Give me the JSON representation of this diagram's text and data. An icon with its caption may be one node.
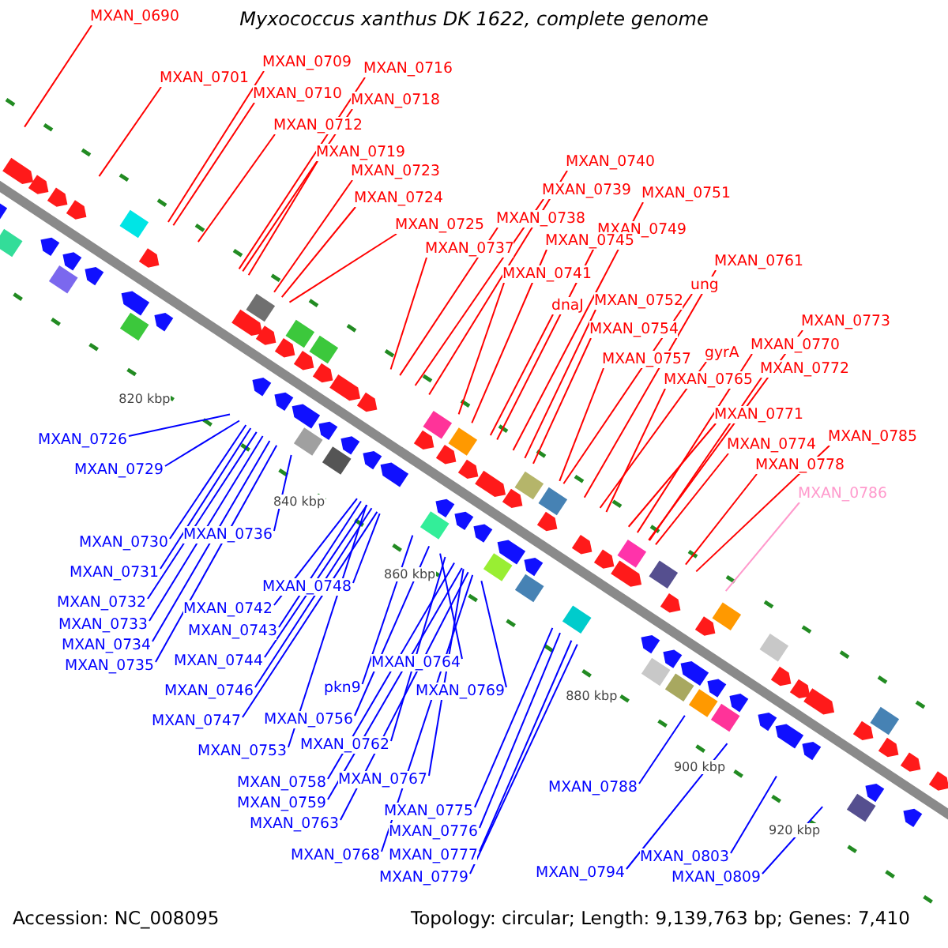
{
  "diagram": {
    "title": "Myxococcus xanthus DK 1622, complete genome",
    "nodes": [
      {
        "text": [
          "MXAN_0690"
        ]
      },
      {
        "text": [
          "MXAN_0709"
        ]
      },
      {
        "text": [
          "MXAN_0716"
        ]
      },
      {
        "text": [
          "MXAN_0701"
        ]
      },
      {
        "text": [
          "MXAN_0710"
        ]
      },
      {
        "text": [
          "MXAN_0718"
        ]
      },
      {
        "text": [
          "MXAN_0712"
        ]
      },
      {
        "text": [
          "MXAN_0719"
        ]
      },
      {
        "text": [
          "MXAN_0723"
        ]
      },
      {
        "text": [
          "MXAN_0724"
        ]
      },
      {
        "text": [
          "MXAN_0725"
        ]
      },
      {
        "text": [
          "MXAN_0737"
        ]
      },
      {
        "text": [
          "MXAN_0740"
        ]
      },
      {
        "text": [
          "MXAN_0739"
        ]
      },
      {
        "text": [
          "MXAN_0738"
        ]
      },
      {
        "text": [
          "MXAN_0751"
        ]
      },
      {
        "text": [
          "MXAN_0749"
        ]
      },
      {
        "text": [
          "MXAN_0745"
        ]
      },
      {
        "text": [
          "MXAN_0741"
        ]
      },
      {
        "text": [
          "MXAN_0761"
        ]
      },
      {
        "text": [
          "ung"
        ]
      },
      {
        "text": [
          "dnaJ"
        ]
      },
      {
        "text": [
          "MXAN_0752"
        ]
      },
      {
        "text": [
          "MXAN_0754"
        ]
      },
      {
        "text": [
          "MXAN_0773"
        ]
      },
      {
        "text": [
          "MXAN_0757"
        ]
      },
      {
        "text": [
          "gyrA"
        ]
      },
      {
        "text": [
          "MXAN_0770"
        ]
      },
      {
        "text": [
          "MXAN_0772"
        ]
      },
      {
        "text": [
          "MXAN_0765"
        ]
      },
      {
        "text": [
          "MXAN_0771"
        ]
      },
      {
        "text": [
          "MXAN_0785"
        ]
      },
      {
        "text": [
          "MXAN_0774"
        ]
      },
      {
        "text": [
          "MXAN_0778"
        ]
      },
      {
        "text": [
          "MXAN_0786"
        ]
      },
      {
        "text": [
          "MXAN_0726"
        ]
      },
      {
        "text": [
          "MXAN_0729"
        ]
      },
      {
        "text": [
          "MXAN_0736"
        ]
      },
      {
        "text": [
          "MXAN_0730"
        ]
      },
      {
        "text": [
          "MXAN_0731"
        ]
      },
      {
        "text": [
          "MXAN_0748"
        ]
      },
      {
        "text": [
          "MXAN_0732"
        ]
      },
      {
        "text": [
          "MXAN_0742"
        ]
      },
      {
        "text": [
          "MXAN_0733"
        ]
      },
      {
        "text": [
          "MXAN_0743"
        ]
      },
      {
        "text": [
          "MXAN_0734"
        ]
      },
      {
        "text": [
          "MXAN_0735"
        ]
      },
      {
        "text": [
          "MXAN_0744"
        ]
      },
      {
        "text": [
          "MXAN_0764"
        ]
      },
      {
        "text": [
          "MXAN_0769"
        ]
      },
      {
        "text": [
          "pkn9"
        ]
      },
      {
        "text": [
          "MXAN_0746"
        ]
      },
      {
        "text": [
          "MXAN_0747"
        ]
      },
      {
        "text": [
          "MXAN_0756"
        ]
      },
      {
        "text": [
          "MXAN_0762"
        ]
      },
      {
        "text": [
          "MXAN_0753"
        ]
      },
      {
        "text": [
          "MXAN_0788"
        ]
      },
      {
        "text": [
          "MXAN_0758"
        ]
      },
      {
        "text": [
          "MXAN_0767"
        ]
      },
      {
        "text": [
          "MXAN_0759"
        ]
      },
      {
        "text": [
          "MXAN_0775"
        ]
      },
      {
        "text": [
          "MXAN_0763"
        ]
      },
      {
        "text": [
          "MXAN_0776"
        ]
      },
      {
        "text": [
          "MXAN_0803"
        ]
      },
      {
        "text": [
          "MXAN_0768"
        ]
      },
      {
        "text": [
          "MXAN_0777"
        ]
      },
      {
        "text": [
          "MXAN_0794"
        ]
      },
      {
        "text": [
          "MXAN_0779"
        ]
      },
      {
        "text": [
          "MXAN_0809"
        ]
      }
    ],
    "edges": [
      {
        "from": 0,
        "to": null,
        "arrow": "none",
        "color": "#ff0000"
      },
      {
        "from": 1,
        "to": null,
        "arrow": "none",
        "color": "#ff0000"
      },
      {
        "from": 2,
        "to": null,
        "arrow": "none",
        "color": "#ff0000"
      },
      {
        "from": 3,
        "to": null,
        "arrow": "none",
        "color": "#ff0000"
      },
      {
        "from": 4,
        "to": null,
        "arrow": "none",
        "color": "#ff0000"
      },
      {
        "from": 5,
        "to": null,
        "arrow": "none",
        "color": "#ff0000"
      },
      {
        "from": 6,
        "to": null,
        "arrow": "none",
        "color": "#ff0000"
      },
      {
        "from": 7,
        "to": null,
        "arrow": "none",
        "color": "#ff0000"
      },
      {
        "from": 8,
        "to": null,
        "arrow": "none",
        "color": "#ff0000"
      },
      {
        "from": 9,
        "to": null,
        "arrow": "none",
        "color": "#ff0000"
      },
      {
        "from": 10,
        "to": null,
        "arrow": "none",
        "color": "#ff0000"
      },
      {
        "from": 11,
        "to": null,
        "arrow": "none",
        "color": "#ff0000"
      },
      {
        "from": 12,
        "to": null,
        "arrow": "none",
        "color": "#ff0000"
      },
      {
        "from": 13,
        "to": null,
        "arrow": "none",
        "color": "#ff0000"
      },
      {
        "from": 14,
        "to": null,
        "arrow": "none",
        "color": "#ff0000"
      },
      {
        "from": 15,
        "to": null,
        "arrow": "none",
        "color": "#ff0000"
      },
      {
        "from": 16,
        "to": null,
        "arrow": "none",
        "color": "#ff0000"
      },
      {
        "from": 17,
        "to": null,
        "arrow": "none",
        "color": "#ff0000"
      },
      {
        "from": 18,
        "to": null,
        "arrow": "none",
        "color": "#ff0000"
      },
      {
        "from": 19,
        "to": null,
        "arrow": "none",
        "color": "#ff0000"
      },
      {
        "from": 20,
        "to": null,
        "arrow": "none",
        "color": "#ff0000"
      },
      {
        "from": 21,
        "to": null,
        "arrow": "none",
        "color": "#ff0000"
      },
      {
        "from": 22,
        "to": null,
        "arrow": "none",
        "color": "#ff0000"
      },
      {
        "from": 23,
        "to": null,
        "arrow": "none",
        "color": "#ff0000"
      },
      {
        "from": 24,
        "to": null,
        "arrow": "none",
        "color": "#ff0000"
      },
      {
        "from": 25,
        "to": null,
        "arrow": "none",
        "color": "#ff0000"
      },
      {
        "from": 26,
        "to": null,
        "arrow": "none",
        "color": "#ff0000"
      },
      {
        "from": 27,
        "to": null,
        "arrow": "none",
        "color": "#ff0000"
      },
      {
        "from": 28,
        "to": null,
        "arrow": "none",
        "color": "#ff0000"
      },
      {
        "from": 29,
        "to": null,
        "arrow": "none",
        "color": "#ff0000"
      },
      {
        "from": 30,
        "to": null,
        "arrow": "none",
        "color": "#ff0000"
      },
      {
        "from": 31,
        "to": null,
        "arrow": "none",
        "color": "#ff0000"
      },
      {
        "from": 32,
        "to": null,
        "arrow": "none",
        "color": "#ff0000"
      },
      {
        "from": 33,
        "to": null,
        "arrow": "none",
        "color": "#ff0000"
      },
      {
        "from": 34,
        "to": null,
        "arrow": "none",
        "color": "#ff99cc"
      },
      {
        "from": 35,
        "to": null,
        "arrow": "none",
        "color": "#0000ff"
      },
      {
        "from": 36,
        "to": null,
        "arrow": "none",
        "color": "#0000ff"
      },
      {
        "from": 37,
        "to": null,
        "arrow": "none",
        "color": "#0000ff"
      },
      {
        "from": 38,
        "to": null,
        "arrow": "none",
        "color": "#0000ff"
      },
      {
        "from": 39,
        "to": null,
        "arrow": "none",
        "color": "#0000ff"
      },
      {
        "from": 40,
        "to": null,
        "arrow": "none",
        "color": "#0000ff"
      },
      {
        "from": 41,
        "to": null,
        "arrow": "none",
        "color": "#0000ff"
      },
      {
        "from": 42,
        "to": null,
        "arrow": "none",
        "color": "#0000ff"
      },
      {
        "from": 43,
        "to": null,
        "arrow": "none",
        "color": "#0000ff"
      },
      {
        "from": 44,
        "to": null,
        "arrow": "none",
        "color": "#0000ff"
      },
      {
        "from": 45,
        "to": null,
        "arrow": "none",
        "color": "#0000ff"
      },
      {
        "from": 46,
        "to": null,
        "arrow": "none",
        "color": "#0000ff"
      },
      {
        "from": 47,
        "to": null,
        "arrow": "none",
        "color": "#0000ff"
      },
      {
        "from": 48,
        "to": null,
        "arrow": "none",
        "color": "#0000ff"
      },
      {
        "from": 49,
        "to": null,
        "arrow": "none",
        "color": "#0000ff"
      },
      {
        "from": 50,
        "to": null,
        "arrow": "none",
        "color": "#0000ff"
      },
      {
        "from": 51,
        "to": null,
        "arrow": "none",
        "color": "#0000ff"
      },
      {
        "from": 52,
        "to": null,
        "arrow": "none",
        "color": "#0000ff"
      },
      {
        "from": 53,
        "to": null,
        "arrow": "none",
        "color": "#0000ff"
      },
      {
        "from": 54,
        "to": null,
        "arrow": "none",
        "color": "#0000ff"
      },
      {
        "from": 55,
        "to": null,
        "arrow": "none",
        "color": "#0000ff"
      },
      {
        "from": 56,
        "to": null,
        "arrow": "none",
        "color": "#0000ff"
      },
      {
        "from": 57,
        "to": null,
        "arrow": "none",
        "color": "#0000ff"
      },
      {
        "from": 58,
        "to": null,
        "arrow": "none",
        "color": "#0000ff"
      },
      {
        "from": 59,
        "to": null,
        "arrow": "none",
        "color": "#0000ff"
      },
      {
        "from": 60,
        "to": null,
        "arrow": "none",
        "color": "#0000ff"
      },
      {
        "from": 61,
        "to": null,
        "arrow": "none",
        "color": "#0000ff"
      },
      {
        "from": 62,
        "to": null,
        "arrow": "none",
        "color": "#0000ff"
      },
      {
        "from": 63,
        "to": null,
        "arrow": "none",
        "color": "#0000ff"
      },
      {
        "from": 64,
        "to": null,
        "arrow": "none",
        "color": "#0000ff"
      },
      {
        "from": 65,
        "to": null,
        "arrow": "none",
        "color": "#0000ff"
      },
      {
        "from": 66,
        "to": null,
        "arrow": "none",
        "color": "#0000ff"
      },
      {
        "from": 67,
        "to": null,
        "arrow": "none",
        "color": "#0000ff"
      },
      {
        "from": 68,
        "to": null,
        "arrow": "none",
        "color": "#0000ff"
      }
    ],
    "labels": [
      "820 kbp",
      "840 kbp",
      "860 kbp",
      "880 kbp",
      "900 kbp",
      "920 kbp",
      "Accession: NC_008095",
      "Topology: circular; Length: 9,139,763 bp; Genes: 7,410"
    ]
  }
}
